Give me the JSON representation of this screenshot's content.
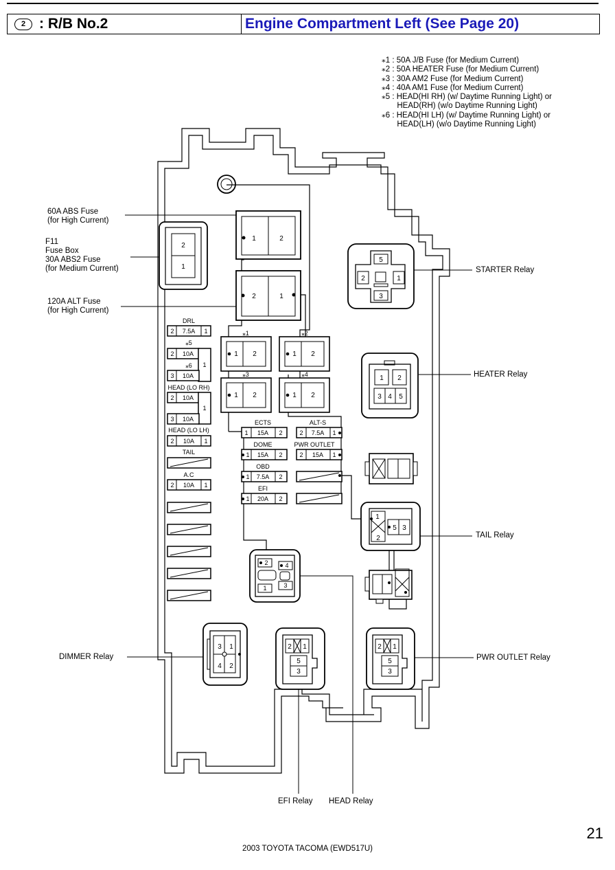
{
  "header": {
    "connector_code": "2",
    "title": ": R/B No.2",
    "location": "Engine Compartment Left (See Page 20)"
  },
  "notes": [
    "⁎1 : 50A J/B Fuse (for Medium Current)",
    "⁎2 : 50A HEATER Fuse (for Medium Current)",
    "⁎3 : 30A AM2 Fuse (for Medium Current)",
    "⁎4 : 40A AM1 Fuse (for Medium Current)",
    "⁎5 : HEAD(HI RH) (w/ Daytime Running Light) or",
    "       HEAD(RH) (w/o Daytime Running Light)",
    "⁎6 : HEAD(HI LH) (w/ Daytime Running Light) or",
    "       HEAD(LH) (w/o Daytime Running Light)"
  ],
  "callouts": {
    "abs60": "60A ABS Fuse\n(for High Current)",
    "f11": "F11\nFuse Box\n30A ABS2 Fuse\n(for Medium Current)",
    "alt120": "120A ALT Fuse\n(for High Current)",
    "starter": "STARTER Relay",
    "heater": "HEATER Relay",
    "tail": "TAIL Relay",
    "dimmer": "DIMMER Relay",
    "pwr_outlet": "PWR OUTLET Relay",
    "efi": "EFI Relay",
    "head": "HEAD Relay"
  },
  "left_fuses": {
    "drl": {
      "name": "DRL",
      "amp": "7.5A",
      "p1": "2",
      "p2": "1"
    },
    "star5": {
      "name": "⁎5",
      "amp": "10A",
      "p1": "2"
    },
    "star6": {
      "name": "⁎6",
      "amp": "10A",
      "p1": "3",
      "p2": "1"
    },
    "head_lo_rh": {
      "name": "HEAD (LO RH)",
      "amp1": "10A",
      "p1": "2",
      "amp2": "10A",
      "p2": "3",
      "p3": "1"
    },
    "head_lo_lh": {
      "name": "HEAD (LO LH)",
      "amp": "10A",
      "p1": "2",
      "p2": "1"
    },
    "tail": {
      "name": "TAIL"
    },
    "ac": {
      "name": "A.C",
      "amp": "10A",
      "p1": "2",
      "p2": "1"
    }
  },
  "big_fuses": {
    "abs60": {
      "p1": "1",
      "p2": "2"
    },
    "alt120": {
      "p1": "2",
      "p2": "1"
    },
    "abs2": {
      "p1": "2",
      "p2": "1"
    },
    "s1": {
      "name": "⁎1",
      "p1": "1",
      "p2": "2"
    },
    "s2": {
      "name": "⁎2",
      "p1": "1",
      "p2": "2"
    },
    "s3": {
      "name": "⁎3",
      "p1": "1",
      "p2": "2"
    },
    "s4": {
      "name": "⁎4",
      "p1": "1",
      "p2": "2"
    }
  },
  "mini_fuses": {
    "ects": {
      "name": "ECTS",
      "amp": "15A",
      "p1": "1",
      "p2": "2"
    },
    "alt_s": {
      "name": "ALT-S",
      "amp": "7.5A",
      "p1": "2",
      "p2": "1"
    },
    "dome": {
      "name": "DOME",
      "amp": "15A",
      "p1": "1",
      "p2": "2"
    },
    "pwr_outlet": {
      "name": "PWR OUTLET",
      "amp": "15A",
      "p1": "2",
      "p2": "1"
    },
    "obd": {
      "name": "OBD",
      "amp": "7.5A",
      "p1": "1",
      "p2": "2"
    },
    "efi": {
      "name": "EFI",
      "amp": "20A",
      "p1": "1",
      "p2": "2"
    }
  },
  "relay_pins": {
    "starter": [
      "5",
      "2",
      "1",
      "3"
    ],
    "heater": [
      "1",
      "2",
      "3",
      "4",
      "5"
    ],
    "tail": [
      "1",
      "5",
      "3",
      "2"
    ],
    "head": [
      "2",
      "4",
      "1",
      "3"
    ],
    "dimmer": [
      "3",
      "1",
      "4",
      "2"
    ],
    "efi": [
      "2",
      "1",
      "5",
      "3"
    ],
    "pwr_outlet": [
      "2",
      "1",
      "5",
      "3"
    ]
  },
  "page_number": "21",
  "footer": "2003 TOYOTA TACOMA (EWD517U)"
}
